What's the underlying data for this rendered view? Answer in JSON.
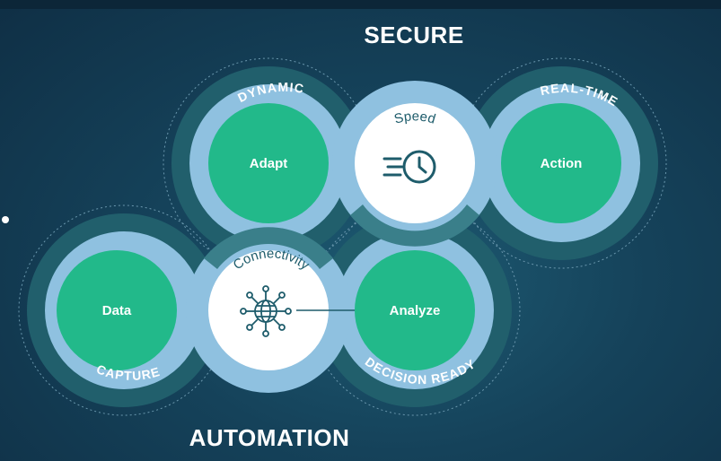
{
  "title_top": "SECURE",
  "title_bottom": "AUTOMATION",
  "nodes": {
    "adapt": "Adapt",
    "action": "Action",
    "data": "Data",
    "analyze": "Analyze"
  },
  "centers": {
    "speed": "Speed",
    "connectivity": "Connectivity"
  },
  "ring_labels": {
    "dynamic": "DYNAMIC",
    "real_time": "REAL-TIME",
    "capture": "CAPTURE",
    "decision_ready": "DECISION READY"
  },
  "colors": {
    "green": "#22b98a",
    "light_blue": "#8fc1e0",
    "dark_teal": "#215f6c",
    "mid_teal": "#3a7f8a",
    "white": "#ffffff",
    "icon": "#1e5c6b"
  },
  "icons": {
    "speed": "clock-motion-icon",
    "connectivity": "network-globe-icon"
  }
}
